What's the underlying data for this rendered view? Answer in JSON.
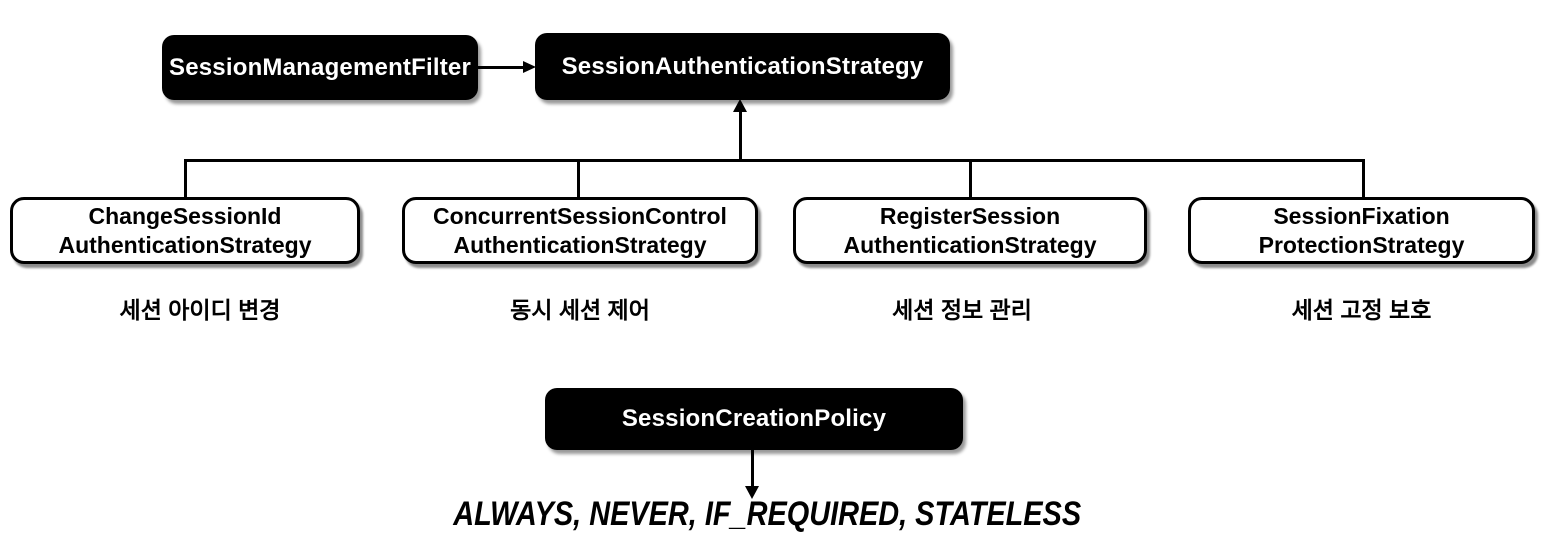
{
  "diagram": {
    "title_boxes": {
      "filter": "SessionManagementFilter",
      "strategy": "SessionAuthenticationStrategy",
      "policy": "SessionCreationPolicy"
    },
    "strategies": [
      {
        "line1": "ChangeSessionId",
        "line2": "AuthenticationStrategy",
        "caption": "세션 아이디 변경"
      },
      {
        "line1": "ConcurrentSessionControl",
        "line2": "AuthenticationStrategy",
        "caption": "동시 세션 제어"
      },
      {
        "line1": "RegisterSession",
        "line2": "AuthenticationStrategy",
        "caption": "세션 정보 관리"
      },
      {
        "line1": "SessionFixation",
        "line2": "ProtectionStrategy",
        "caption": "세션 고정 보호"
      }
    ],
    "policy_values": "ALWAYS,  NEVER,  IF_REQUIRED,  STATELESS",
    "colors": {
      "box_fill": "#000000",
      "box_text": "#ffffff",
      "line": "#000000",
      "background": "#ffffff"
    }
  }
}
